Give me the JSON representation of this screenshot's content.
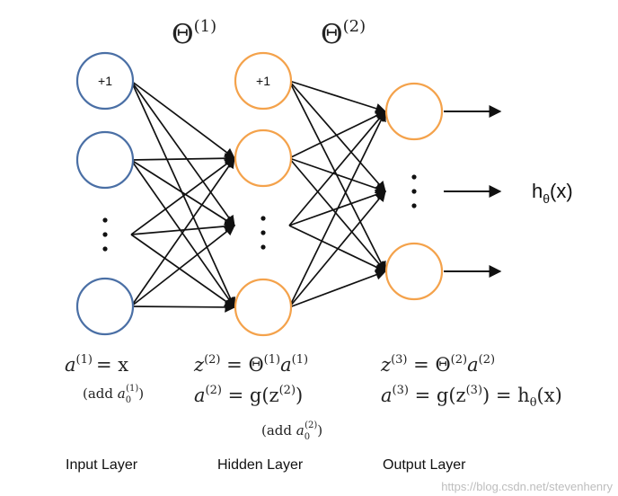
{
  "weights": {
    "theta1": {
      "base": "Θ",
      "sup": "(1)"
    },
    "theta2": {
      "base": "Θ",
      "sup": "(2)"
    }
  },
  "nodes": {
    "bias_label": "+1",
    "colors": {
      "input": "#4a6fa5",
      "hidden": "#f4a24b",
      "output": "#f4a24b",
      "edge": "#111111"
    }
  },
  "output": {
    "h": "h",
    "theta_sub": "θ",
    "arg": "(x)"
  },
  "equations": {
    "input_eq": {
      "a": "a",
      "sup": "(1)",
      "rhs": "= x"
    },
    "input_add": {
      "open": "(add ",
      "a": "a",
      "sub": "0",
      "sup": "(1)",
      "close": ")"
    },
    "hidden_eq1": {
      "z": "z",
      "sup1": "(2)",
      "eq": " = Θ",
      "sup2": "(1)",
      "a": "a",
      "sup3": "(1)"
    },
    "hidden_eq2": {
      "a": "a",
      "sup1": "(2)",
      "mid": " = g(z",
      "sup2": "(2)",
      "end": ")"
    },
    "hidden_add": {
      "open": "(add ",
      "a": "a",
      "sub": "0",
      "sup": "(2)",
      "close": ")"
    },
    "output_eq1": {
      "z": "z",
      "sup1": "(3)",
      "eq": " = Θ",
      "sup2": "(2)",
      "a": "a",
      "sup3": "(2)"
    },
    "output_eq2": {
      "a": "a",
      "sup1": "(3)",
      "mid": " = g(z",
      "sup2": "(3)",
      "end": ") = h",
      "sub": "θ",
      "tail": "(x)"
    }
  },
  "layers": {
    "input": "Input Layer",
    "hidden": "Hidden Layer",
    "output": "Output Layer"
  },
  "watermark": "https://blog.csdn.net/stevenhenry"
}
